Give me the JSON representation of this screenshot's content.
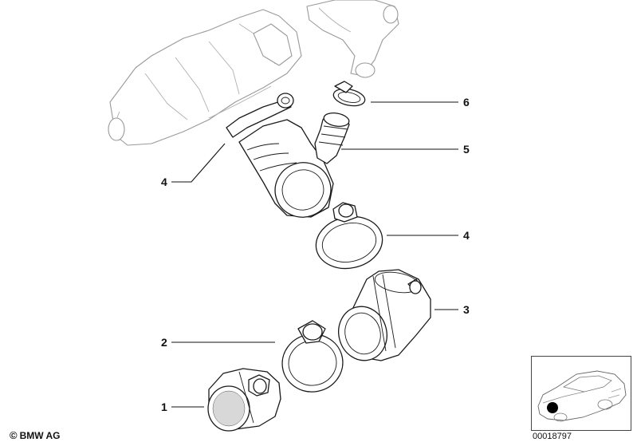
{
  "callouts": [
    {
      "label": "1"
    },
    {
      "label": "2"
    },
    {
      "label": "3"
    },
    {
      "label": "4"
    },
    {
      "label": "4"
    },
    {
      "label": "5"
    },
    {
      "label": "6"
    }
  ],
  "footer": {
    "copyright_symbol": "©",
    "brand": "BMW AG",
    "doc_number": "00018797"
  },
  "thumbnail": {
    "marker_color": "#000000"
  }
}
